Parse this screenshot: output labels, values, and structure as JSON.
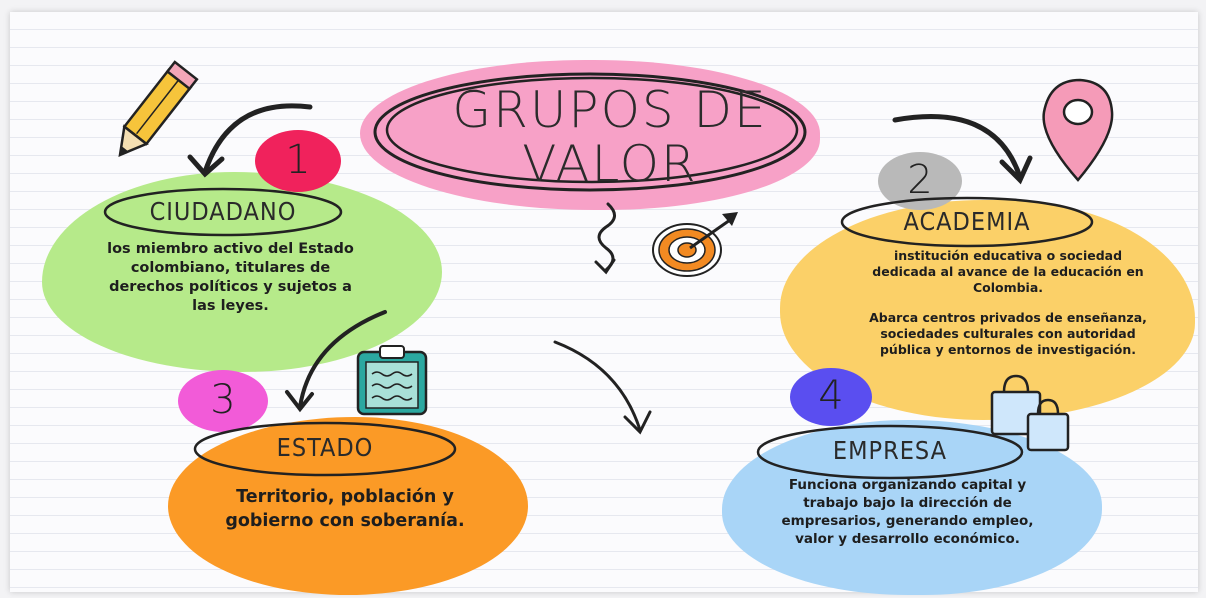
{
  "title": {
    "line1": "GRUPOS DE",
    "line2": "VALOR"
  },
  "groups": [
    {
      "number": "1",
      "name": "CIUDADANO",
      "color": "#b6ea8a",
      "badge_color": "#f0225c",
      "description": "los miembro activo del Estado colombiano, titulares de derechos políticos y sujetos a las leyes."
    },
    {
      "number": "2",
      "name": "ACADEMIA",
      "color": "#fbd068",
      "badge_color": "#b9b9b9",
      "description": "institución educativa o sociedad dedicada al avance de la educación en Colombia.",
      "description2": "Abarca centros privados de enseñanza, sociedades culturales con autoridad pública y entornos de investigación."
    },
    {
      "number": "3",
      "name": "ESTADO",
      "color": "#fb9a26",
      "badge_color": "#f25bd8",
      "description": "Territorio, población y gobierno con soberanía."
    },
    {
      "number": "4",
      "name": "EMPRESA",
      "color": "#a9d5f7",
      "badge_color": "#5a4ef0",
      "description": "Funciona organizando capital y trabajo bajo la dirección de empresarios, generando empleo, valor y desarrollo económico."
    }
  ],
  "colors": {
    "title_blob": "#f7a1c7",
    "target_orange": "#f28a22",
    "ink": "#2a2a2a"
  },
  "icons": [
    "pencil-icon",
    "location-pin-icon",
    "target-icon",
    "clipboard-icon",
    "shopping-bags-icon"
  ]
}
